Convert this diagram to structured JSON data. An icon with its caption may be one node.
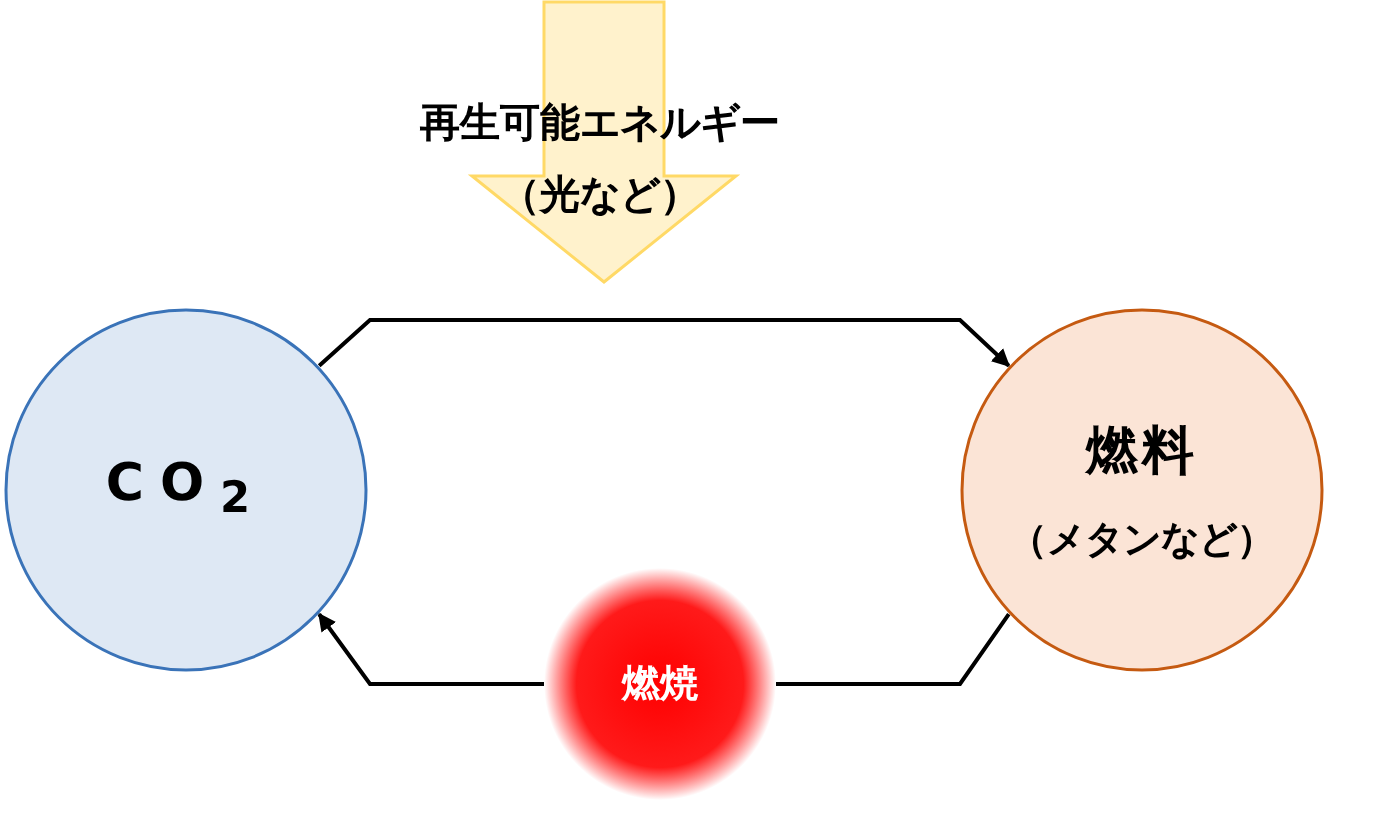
{
  "diagram": {
    "nodes": [
      {
        "text": [
          "CO$_{2}$"
        ]
      },
      {
        "text": [
          "燃料",
          "（メタンなど）"
        ]
      },
      {
        "text": [
          "燃焼"
        ]
      },
      {
        "text": [
          "再生可能エネルギー（光など）"
        ]
      }
    ],
    "edges": [
      {
        "from": 0,
        "to": 1,
        "arrow": "to"
      },
      {
        "from": 1,
        "to": 2,
        "arrow": "none"
      },
      {
        "from": 2,
        "to": 0,
        "arrow": "to"
      }
    ]
  }
}
